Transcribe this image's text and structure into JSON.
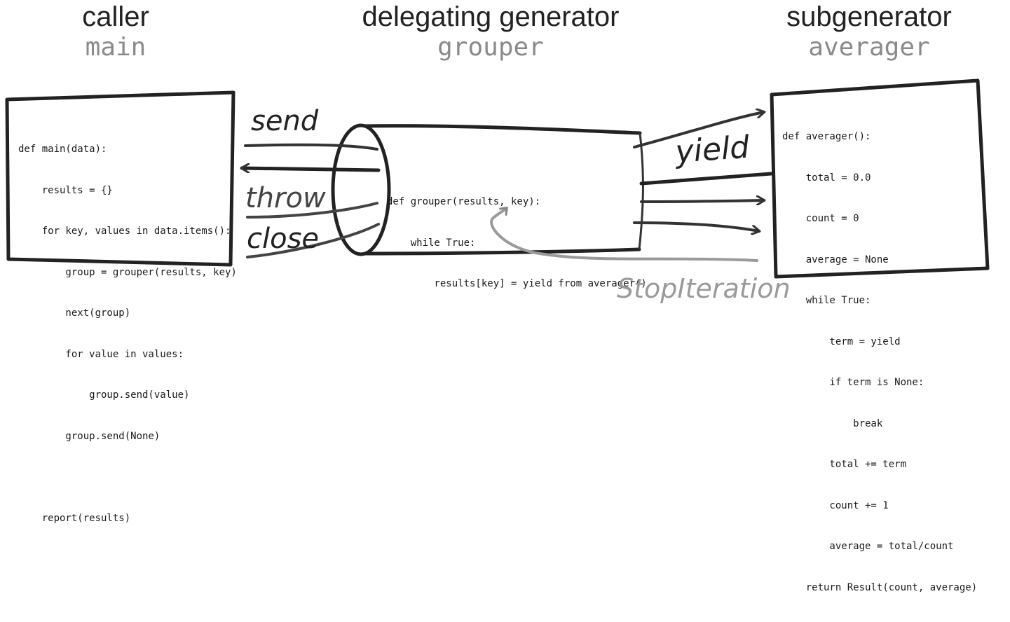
{
  "headers": {
    "caller": {
      "title": "caller",
      "function": "main"
    },
    "delegating": {
      "title": "delegating generator",
      "function": "grouper"
    },
    "subgenerator": {
      "title": "subgenerator",
      "function": "averager"
    }
  },
  "code": {
    "main": [
      "def main(data):",
      "    results = {}",
      "    for key, values in data.items():",
      "        group = grouper(results, key)",
      "        next(group)",
      "        for value in values:",
      "            group.send(value)",
      "        group.send(None)",
      "",
      "    report(results)"
    ],
    "grouper": [
      "def grouper(results, key):",
      "    while True:",
      "        results[key] = yield from averager()"
    ],
    "averager": [
      "def averager():",
      "    total = 0.0",
      "    count = 0",
      "    average = None",
      "    while True:",
      "        term = yield",
      "        if term is None:",
      "            break",
      "        total += term",
      "        count += 1",
      "        average = total/count",
      "    return Result(count, average)"
    ]
  },
  "labels": {
    "send": "send",
    "throw": "throw",
    "close": "close",
    "yield": "yield",
    "stop_iteration": "StopIteration"
  },
  "colors": {
    "ink": "#222222",
    "muted": "#9a9a9a"
  }
}
